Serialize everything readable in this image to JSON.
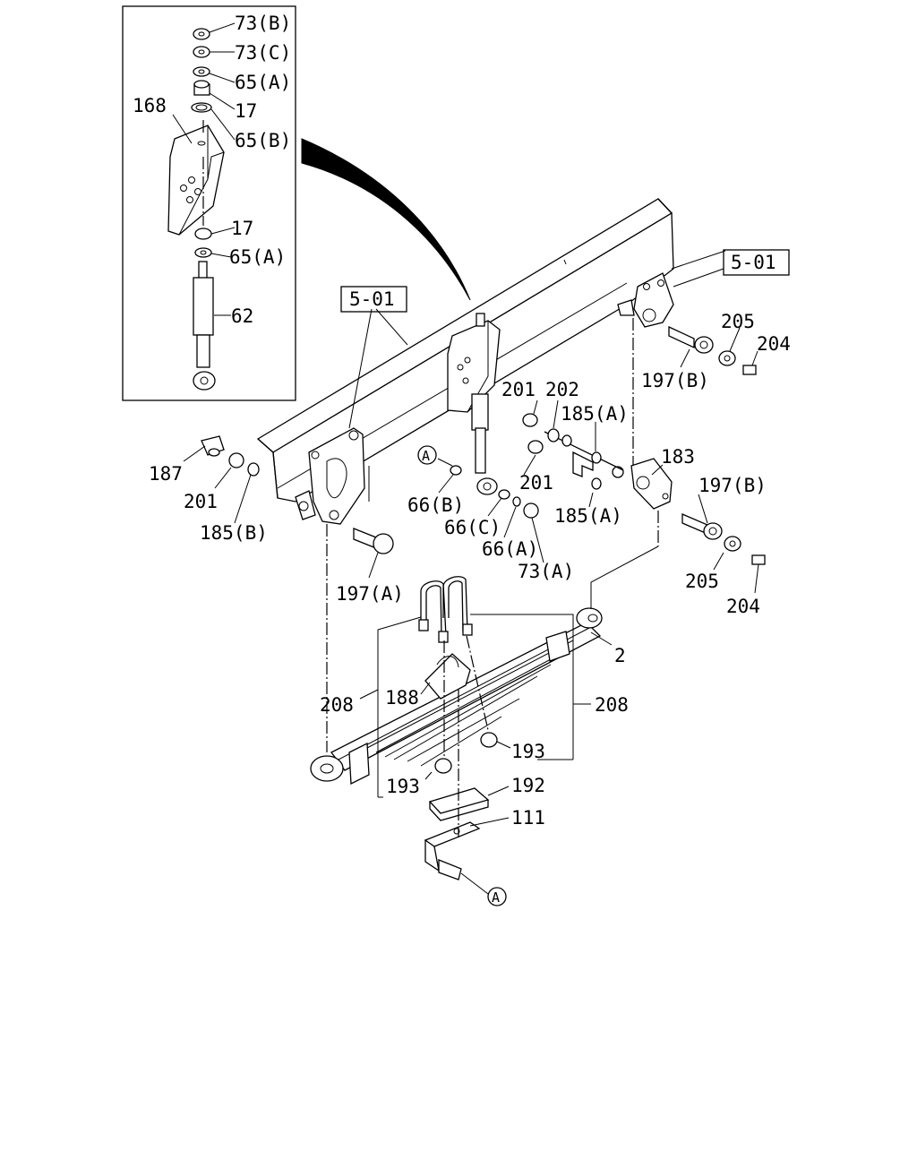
{
  "diagram": {
    "inset_callouts": [
      "73(B)",
      "73(C)",
      "65(A)",
      "17",
      "65(B)",
      "168",
      "17",
      "65(A)",
      "62"
    ],
    "ref_boxes": [
      "5-01",
      "5-01"
    ],
    "callouts": {
      "c205_top": "205",
      "c204_top": "204",
      "c197b_top": "197(B)",
      "c201_upper": "201",
      "c202": "202",
      "c185a_upper": "185(A)",
      "c183": "183",
      "c197b_mid": "197(B)",
      "c201_mid": "201",
      "c185a_mid": "185(A)",
      "c205_bot": "205",
      "c204_bot": "204",
      "c187": "187",
      "c201_left": "201",
      "c185b": "185(B)",
      "c66b": "66(B)",
      "c66c": "66(C)",
      "c66a": "66(A)",
      "c73a": "73(A)",
      "c197a": "197(A)",
      "c2": "2",
      "c208_left": "208",
      "c188": "188",
      "c208_right": "208",
      "c193_right": "193",
      "c193_left": "193",
      "c192": "192",
      "c111": "111"
    },
    "markers": [
      "A",
      "A"
    ]
  }
}
